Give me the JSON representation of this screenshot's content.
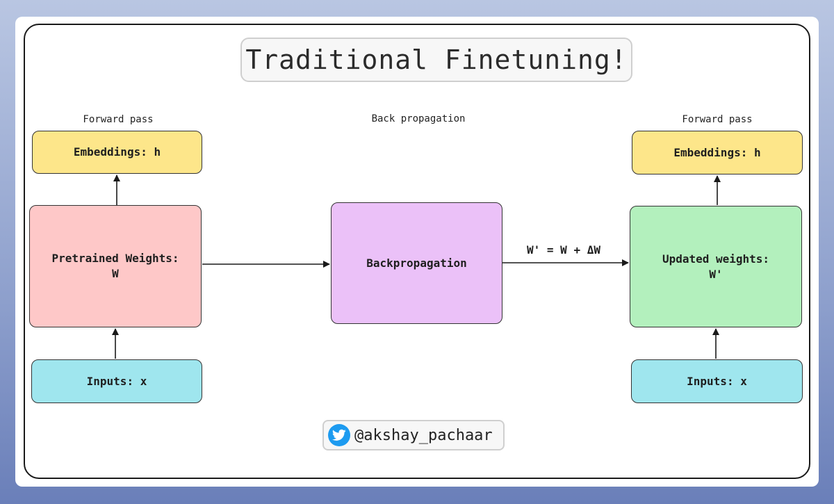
{
  "title": "Traditional Finetuning!",
  "left": {
    "label": "Forward pass",
    "embeddings": "Embeddings: h",
    "weights": "Pretrained Weights:\nW",
    "inputs": "Inputs: x"
  },
  "middle": {
    "label": "Back propagation",
    "box": "Backpropagation",
    "equation": "W' = W + ΔW"
  },
  "right": {
    "label": "Forward pass",
    "embeddings": "Embeddings: h",
    "weights": "Updated weights:\nW'",
    "inputs": "Inputs: x"
  },
  "footer": {
    "handle": "@akshay_pachaar",
    "icon": "twitter-bird-icon"
  },
  "colors": {
    "embeddings": "#fde68a",
    "pretrained": "#fec8c8",
    "inputs": "#9fe6ee",
    "backprop": "#ebc1f8",
    "updated": "#b3f0bd",
    "twitter": "#1d9bf0"
  }
}
